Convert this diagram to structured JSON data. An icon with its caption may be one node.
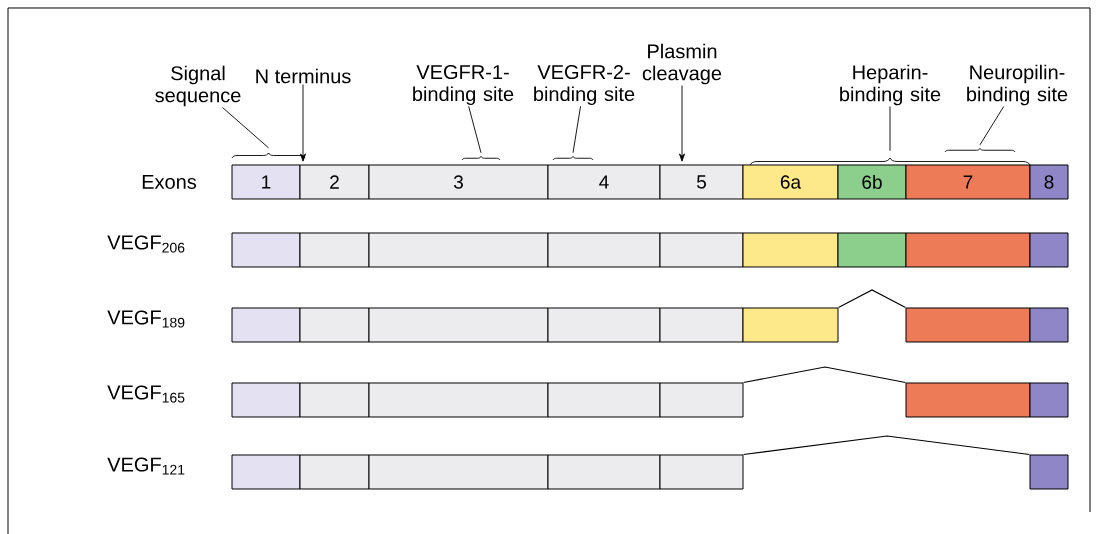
{
  "diagram": {
    "nodes": [
      {
        "text": [
          "Signal sequence"
        ]
      },
      {
        "text": [
          "N terminus"
        ]
      },
      {
        "text": [
          "VEGFR-1-binding site"
        ]
      },
      {
        "text": [
          "VEGFR-2-binding site"
        ]
      },
      {
        "text": [
          "Plasmin cleavage"
        ]
      },
      {
        "text": [
          "Heparin-binding site"
        ]
      },
      {
        "text": [
          "Neuropilin-binding site"
        ]
      },
      {
        "text": [],
        "shape": "brace"
      },
      {
        "text": [],
        "shape": "brace"
      },
      {
        "text": [],
        "shape": "brace"
      },
      {
        "text": [],
        "shape": "brace"
      },
      {
        "text": [],
        "shape": "brace"
      },
      {
        "text": [
          "1"
        ]
      },
      {
        "text": [
          "2"
        ]
      },
      {
        "text": [
          "3"
        ]
      },
      {
        "text": [
          "4"
        ]
      },
      {
        "text": [
          "5"
        ]
      },
      {
        "text": [
          "6a"
        ]
      },
      {
        "text": [
          "6b"
        ]
      },
      {
        "text": [
          "7"
        ]
      },
      {
        "text": [
          "8"
        ]
      },
      {
        "text": [],
        "shape": "box"
      },
      {
        "text": [],
        "shape": "box"
      },
      {
        "text": [],
        "shape": "box"
      },
      {
        "text": [],
        "shape": "box"
      },
      {
        "text": [],
        "shape": "box"
      },
      {
        "text": [],
        "shape": "box"
      },
      {
        "text": [],
        "shape": "box"
      },
      {
        "text": [],
        "shape": "box"
      },
      {
        "text": [],
        "shape": "box"
      },
      {
        "text": [],
        "shape": "box"
      },
      {
        "text": [],
        "shape": "box"
      },
      {
        "text": [],
        "shape": "box"
      },
      {
        "text": [],
        "shape": "box"
      },
      {
        "text": [],
        "shape": "box"
      },
      {
        "text": [],
        "shape": "box"
      },
      {
        "text": [],
        "shape": "box"
      },
      {
        "text": [],
        "shape": "box"
      },
      {
        "text": [],
        "shape": "box"
      },
      {
        "text": [],
        "shape": "box"
      },
      {
        "text": [],
        "shape": "box"
      },
      {
        "text": [],
        "shape": "box"
      },
      {
        "text": [],
        "shape": "box"
      },
      {
        "text": [],
        "shape": "box"
      },
      {
        "text": [],
        "shape": "box"
      },
      {
        "text": [],
        "shape": "box"
      },
      {
        "text": [],
        "shape": "box"
      },
      {
        "text": [],
        "shape": "box"
      },
      {
        "text": [],
        "shape": "box"
      },
      {
        "text": [],
        "shape": "box"
      },
      {
        "text": [],
        "shape": "box"
      }
    ],
    "edges": [
      {
        "from": 0,
        "to": 7,
        "arrow": "none"
      },
      {
        "from": 1,
        "to": 13,
        "arrow": "to"
      },
      {
        "from": 2,
        "to": 8,
        "arrow": "none"
      },
      {
        "from": 3,
        "to": 9,
        "arrow": "none"
      },
      {
        "from": 4,
        "to": 16,
        "arrow": "to"
      },
      {
        "from": 5,
        "to": 10,
        "arrow": "none"
      },
      {
        "from": 6,
        "to": 11,
        "arrow": "none"
      },
      {
        "from": 35,
        "to": 36,
        "arrow": "none"
      },
      {
        "from": 42,
        "to": 43,
        "arrow": "none"
      },
      {
        "from": 49,
        "to": 50,
        "arrow": "none"
      }
    ],
    "labels": [
      "Exons",
      "VEGF$_{206}$",
      "VEGF$_{189}$",
      "VEGF$_{165}$",
      "VEGF$_{121}$"
    ]
  }
}
